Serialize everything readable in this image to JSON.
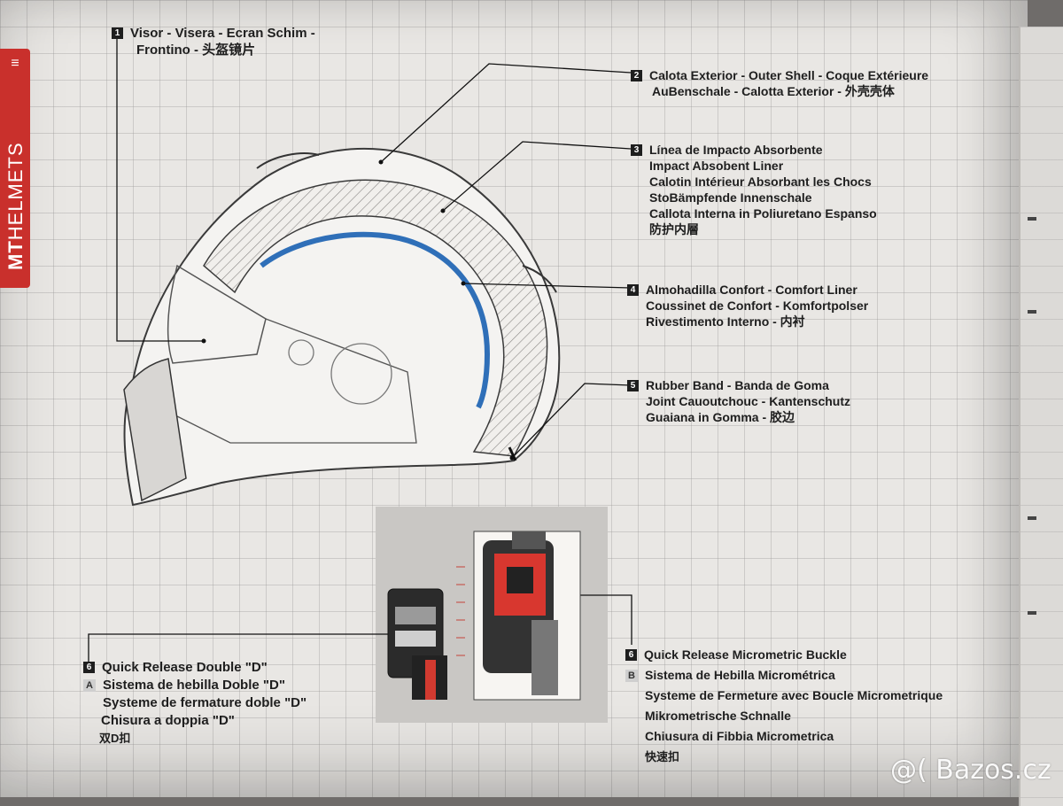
{
  "brand": {
    "name_bold": "MT",
    "name_rest": "HELMETS",
    "accent": "#c9302c"
  },
  "labels": {
    "l1": {
      "num": "1",
      "lines": [
        "Visor - Visera - Ecran Schim -",
        "Frontino - 头盔镜片"
      ]
    },
    "l2": {
      "num": "2",
      "lines": [
        "Calota Exterior - Outer Shell - Coque Extérieure",
        "AuBenschale - Calotta Exterior - 外壳壳体"
      ]
    },
    "l3": {
      "num": "3",
      "lines": [
        "Línea de Impacto Absorbente",
        "Impact Absobent Liner",
        "Calotin Intérieur Absorbant les Chocs",
        "StoBämpfende Innenschale",
        "Callota Interna in Poliuretano Espanso",
        "防护内層"
      ]
    },
    "l4": {
      "num": "4",
      "lines": [
        "Almohadilla Confort - Comfort Liner",
        "Coussinet de Confort - Komfortpolser",
        "Rivestimento Interno - 内衬"
      ]
    },
    "l5": {
      "num": "5",
      "lines": [
        "Rubber Band - Banda de Goma",
        "Joint Cauoutchouc - Kantenschutz",
        "Guaiana in Gomma - 胶边"
      ]
    },
    "l6a": {
      "num": "6",
      "letter": "A",
      "lines": [
        "Quick Release Double \"D\"",
        "Sistema de hebilla Doble \"D\"",
        "Systeme de fermature doble \"D\"",
        "Chisura a doppia \"D\"",
        "双D扣"
      ]
    },
    "l6b": {
      "num": "6",
      "letter": "B",
      "lines": [
        "Quick Release Micrometric Buckle",
        "Sistema de Hebilla Micrométrica",
        "Systeme de Fermeture avec Boucle Micrometrique",
        "Mikrometrische Schnalle",
        "Chiusura di Fibbia Micrometrica",
        "快速扣"
      ]
    }
  },
  "watermark": "@( Bazos.cz"
}
